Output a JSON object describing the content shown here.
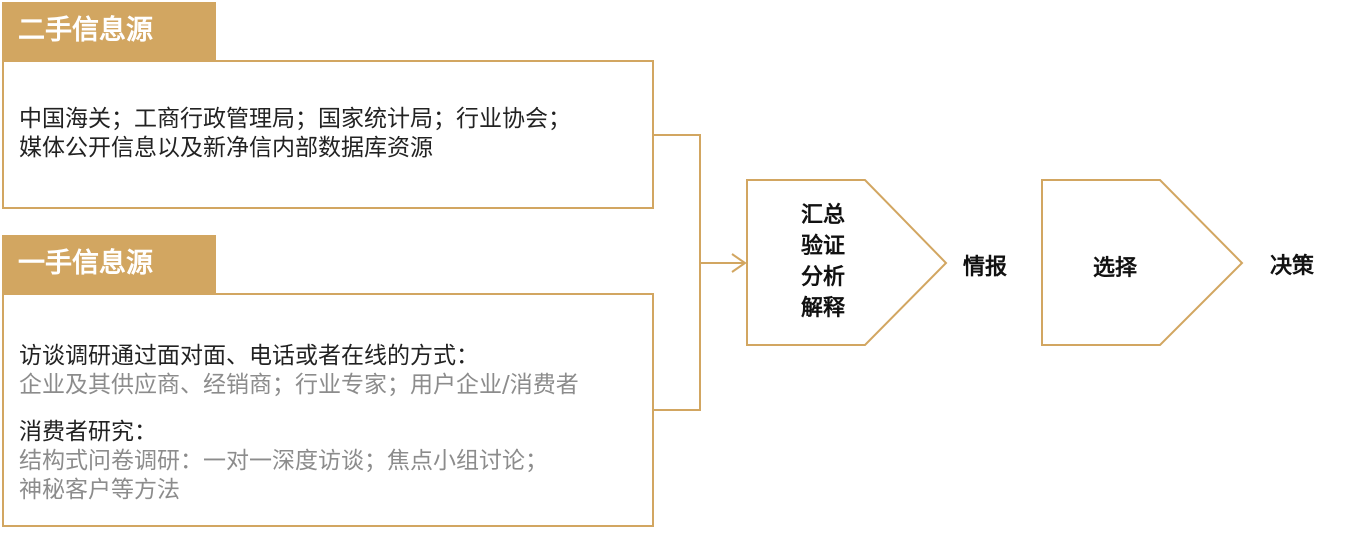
{
  "secondary_source": {
    "title": "二手信息源",
    "lines": [
      "中国海关；工商行政管理局；国家统计局；行业协会；",
      "媒体公开信息以及新净信内部数据库资源"
    ]
  },
  "primary_source": {
    "title": "一手信息源",
    "interview_heading": "访谈调研通过面对面、电话或者在线的方式：",
    "interview_detail": "企业及其供应商、经销商；行业专家；用户企业/消费者",
    "consumer_heading": "消费者研究：",
    "consumer_detail_1": "结构式问卷调研：一对一深度访谈；焦点小组讨论；",
    "consumer_detail_2": "神秘客户等方法"
  },
  "process": {
    "steps": [
      "汇总",
      "验证",
      "分析",
      "解释"
    ],
    "output": "情报",
    "select": "选择",
    "decision": "决策"
  },
  "colors": {
    "accent": "#D2A661",
    "text": "#222222",
    "muted": "#8c8c8c"
  }
}
